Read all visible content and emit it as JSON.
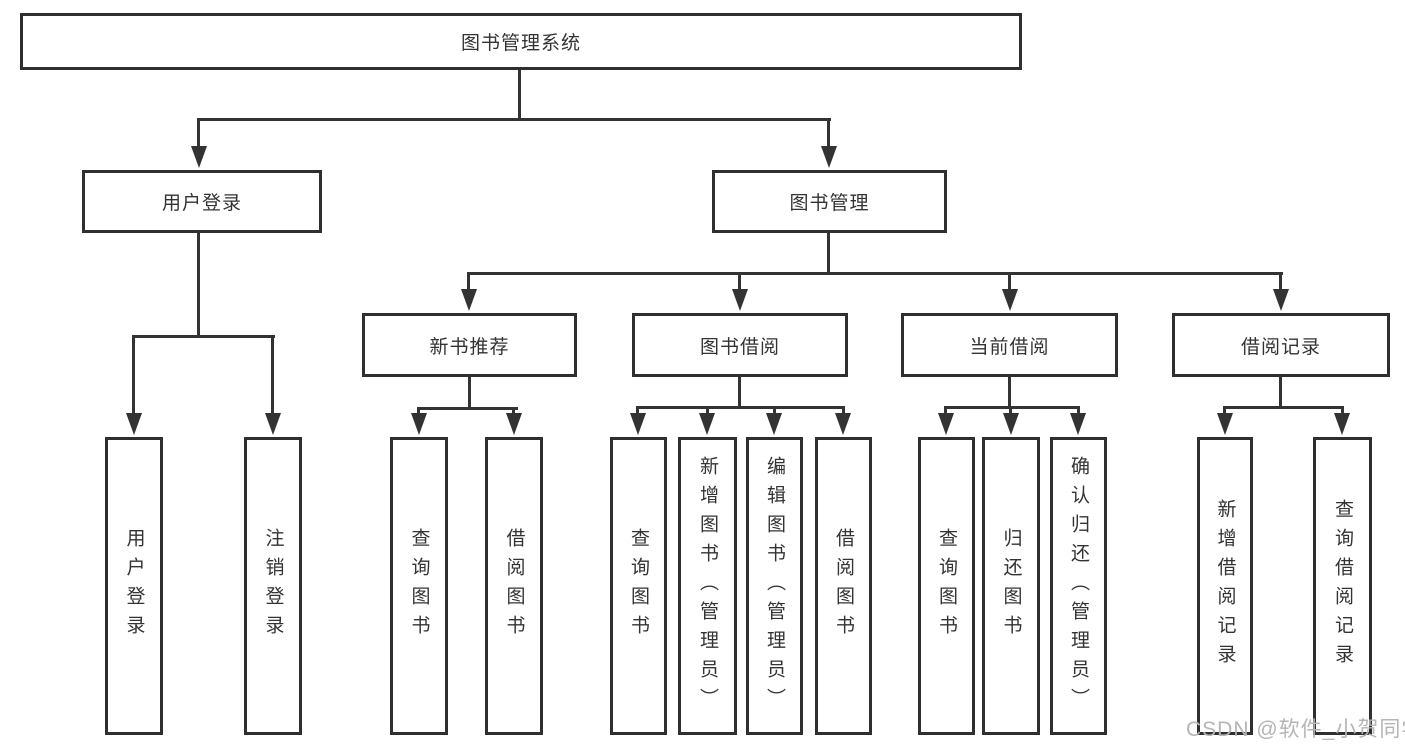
{
  "tree": {
    "label": "图书管理系统",
    "children": [
      {
        "label": "用户登录",
        "children": [
          {
            "label": "用户登录"
          },
          {
            "label": "注销登录"
          }
        ]
      },
      {
        "label": "图书管理",
        "children": [
          {
            "label": "新书推荐",
            "children": [
              {
                "label": "查询图书"
              },
              {
                "label": "借阅图书"
              }
            ]
          },
          {
            "label": "图书借阅",
            "children": [
              {
                "label": "查询图书"
              },
              {
                "label": "新增图书（管理员）"
              },
              {
                "label": "编辑图书（管理员）"
              },
              {
                "label": "借阅图书"
              }
            ]
          },
          {
            "label": "当前借阅",
            "children": [
              {
                "label": "查询图书"
              },
              {
                "label": "归还图书"
              },
              {
                "label": "确认归还（管理员）"
              }
            ]
          },
          {
            "label": "借阅记录",
            "children": [
              {
                "label": "新增借阅记录"
              },
              {
                "label": "查询借阅记录"
              }
            ]
          }
        ]
      }
    ]
  },
  "watermark": {
    "text": "CSDN @软件_小贺同学"
  },
  "colors": {
    "line": "#333333",
    "box_border": "#2f2f2f",
    "text": "#333333",
    "watermark": "#b5b5b5",
    "background": "#ffffff"
  }
}
